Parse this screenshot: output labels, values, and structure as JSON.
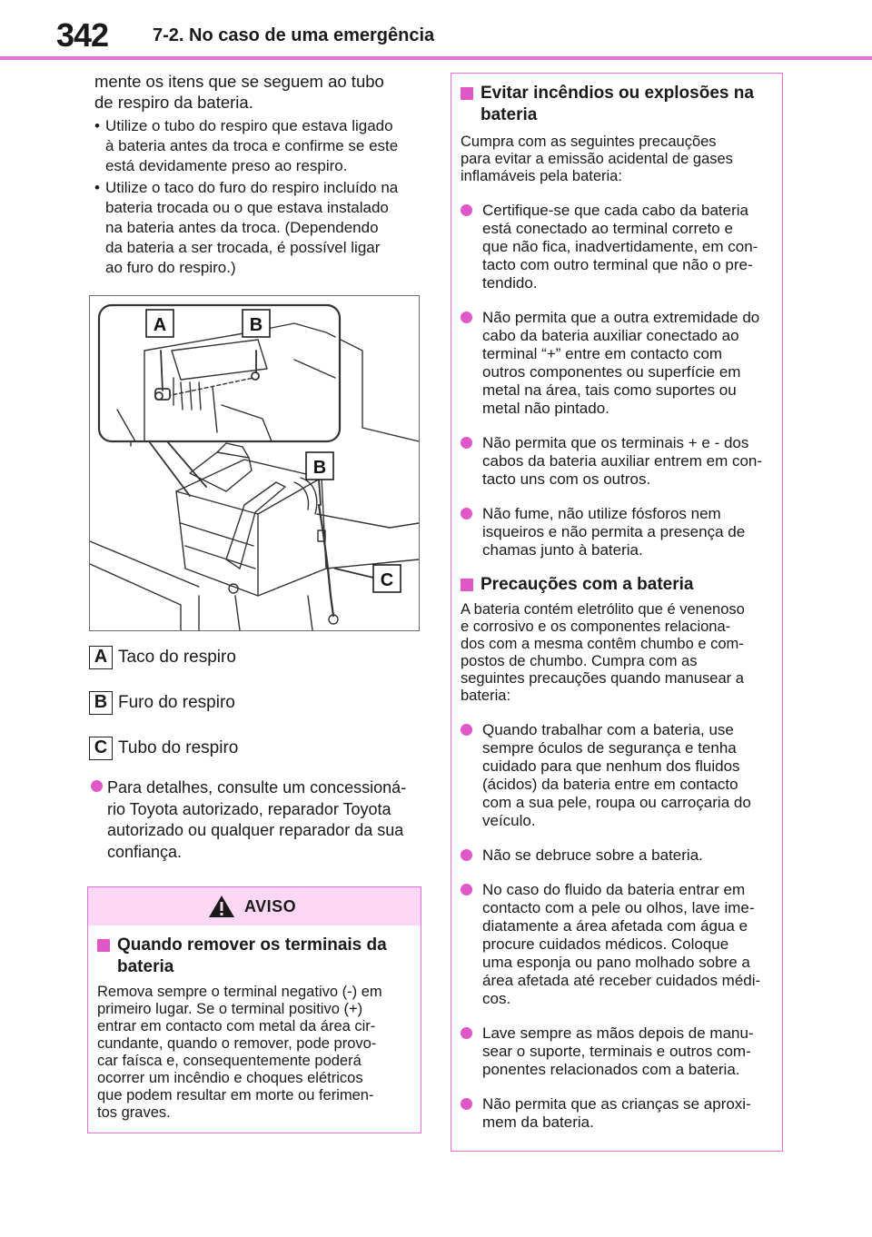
{
  "header": {
    "page_number": "342",
    "section_title": "7-2. No caso de uma emergência"
  },
  "left": {
    "intro_lines": [
      "mente os itens que se seguem ao tubo",
      "de respiro da bateria."
    ],
    "bullets": [
      [
        "Utilize o tubo do respiro que estava ligado",
        "à bateria antes da troca e confirme se este",
        "está devidamente preso ao respiro."
      ],
      [
        "Utilize o taco do furo do respiro incluído na",
        "bateria trocada ou o que estava instalado",
        "na bateria antes da troca. (Dependendo",
        "da bateria a ser trocada, é possível ligar",
        "ao furo do respiro.)"
      ]
    ],
    "bullet_mark": "•"
  },
  "figure": {
    "callouts": [
      "A",
      "B",
      "B",
      "C"
    ]
  },
  "legend": [
    {
      "key": "A",
      "label": "Taco do respiro"
    },
    {
      "key": "B",
      "label": "Furo do respiro"
    },
    {
      "key": "C",
      "label": "Tubo do respiro"
    }
  ],
  "note": {
    "lines": [
      "Para detalhes, consulte um concessioná-",
      "rio Toyota autorizado, reparador Toyota",
      "autorizado ou qualquer reparador da sua",
      "confiança."
    ]
  },
  "warning": {
    "title": "AVISO",
    "heading_lines": [
      "Quando remover os terminais da",
      "bateria"
    ],
    "text_lines": [
      "Remova sempre o terminal negativo (-) em",
      "primeiro lugar. Se o terminal positivo (+)",
      "entrar em contacto com metal da área cir-",
      "cundante, quando o remover, pode provo-",
      "car faísca e, consequentemente poderá",
      "ocorrer um incêndio e choques elétricos",
      "que podem resultar em morte ou ferimen-",
      "tos graves."
    ]
  },
  "right": {
    "section1": {
      "heading_lines": [
        "Evitar incêndios ou explosões na",
        "bateria"
      ],
      "intro_lines": [
        "Cumpra com as seguintes precauções",
        "para evitar a emissão acidental de gases",
        "inflamáveis pela bateria:"
      ],
      "items": [
        [
          "Certifique-se que cada cabo da bateria",
          "está conectado ao terminal correto e",
          "que não fica, inadvertidamente, em con-",
          "tacto com outro terminal que não o pre-",
          "tendido."
        ],
        [
          "Não permita que a outra extremidade do",
          "cabo da bateria auxiliar conectado ao",
          "terminal “+” entre em contacto com",
          "outros componentes ou superfície em",
          "metal na área, tais como suportes ou",
          "metal não pintado."
        ],
        [
          "Não permita que os terminais + e - dos",
          "cabos da bateria auxiliar entrem em con-",
          "tacto uns com os outros."
        ],
        [
          "Não fume, não utilize fósforos nem",
          "isqueiros e não permita a presença de",
          "chamas junto à bateria."
        ]
      ]
    },
    "section2": {
      "heading_lines": [
        "Precauções com a bateria"
      ],
      "intro_lines": [
        "A bateria contém eletrólito que é venenoso",
        "e corrosivo e os componentes relaciona-",
        "dos com a mesma contêm chumbo e com-",
        "postos de chumbo. Cumpra com as",
        "seguintes precauções quando manusear a",
        "bateria:"
      ],
      "items": [
        [
          "Quando trabalhar com a bateria, use",
          "sempre óculos de segurança e tenha",
          "cuidado para que nenhum dos fluidos",
          "(ácidos) da bateria entre em contacto",
          "com a sua pele, roupa ou carroçaria do",
          "veículo."
        ],
        [
          "Não se debruce sobre a bateria."
        ],
        [
          "No caso do fluido da bateria entrar em",
          "contacto com a pele ou olhos, lave ime-",
          "diatamente a área afetada com água e",
          "procure cuidados médicos. Coloque",
          "uma esponja ou pano molhado sobre a",
          "área afetada até receber cuidados médi-",
          "cos."
        ],
        [
          "Lave sempre as mãos depois de manu-",
          "sear o suporte, terminais e outros com-",
          "ponentes relacionados com a bateria."
        ],
        [
          "Não permita que as crianças se aproxi-",
          "mem da bateria."
        ]
      ]
    }
  },
  "colors": {
    "accent": "#e86fd8",
    "accent_fill": "#fbd7f3",
    "bullet": "#e057c8"
  }
}
